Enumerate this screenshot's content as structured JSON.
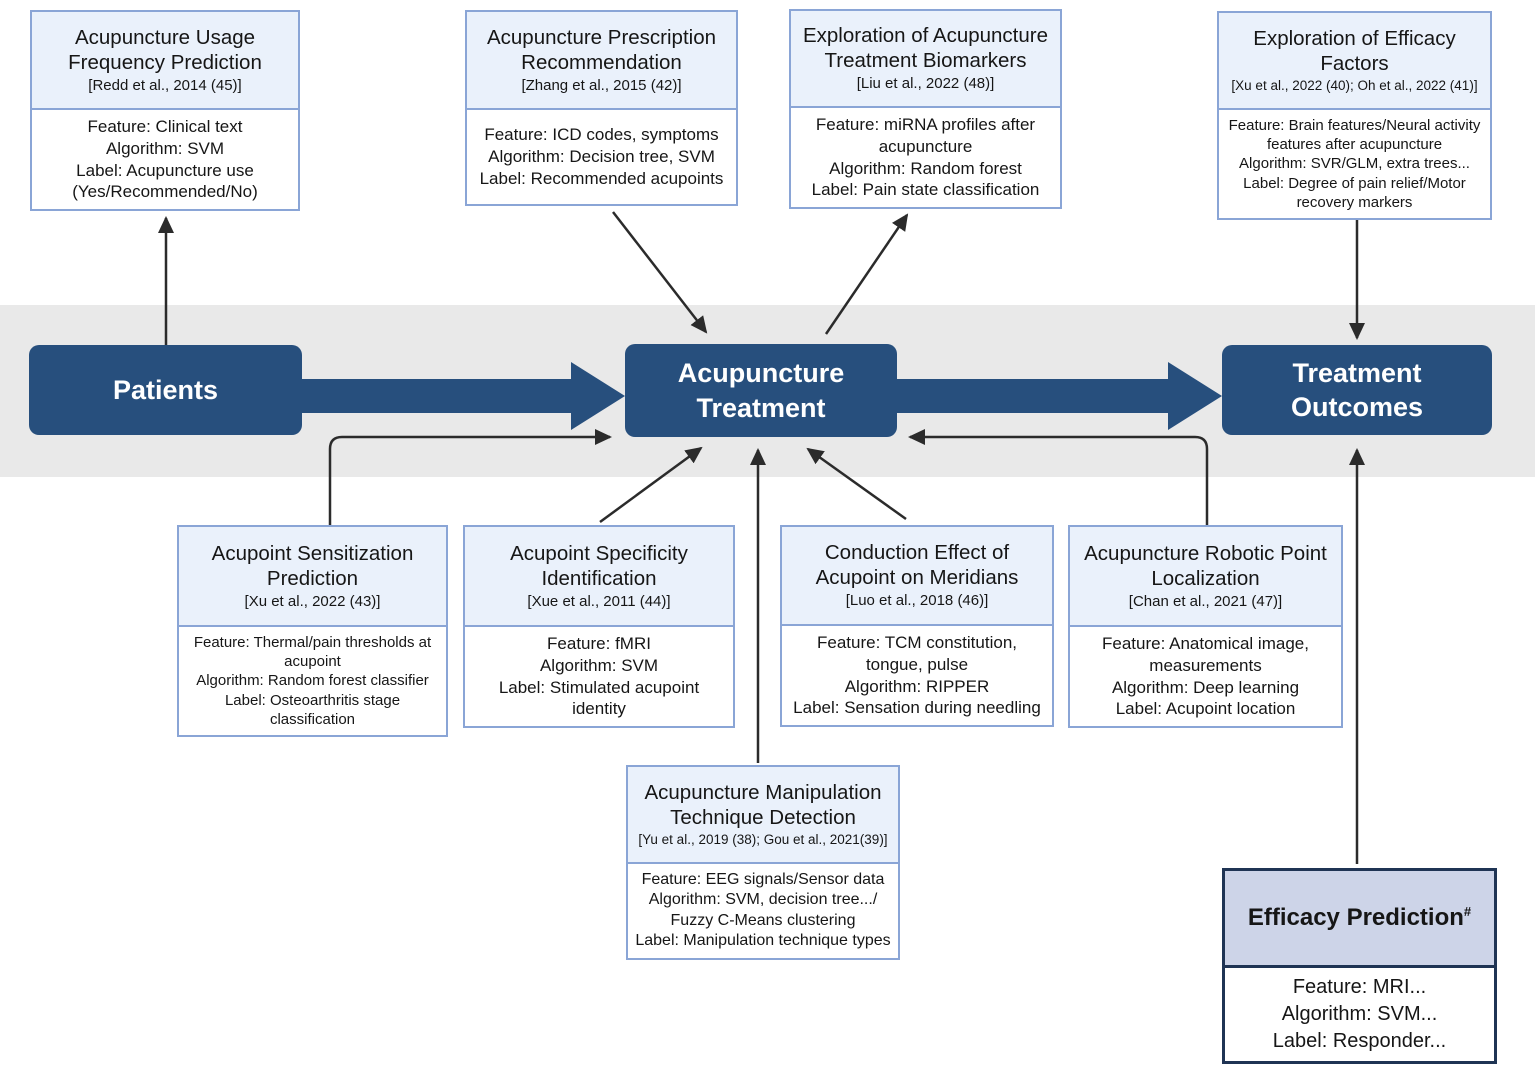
{
  "diagram": {
    "flow": {
      "patients_label": "Patients",
      "treatment_label": "Acupuncture Treatment",
      "outcomes_label": "Treatment Outcomes"
    },
    "colors": {
      "navy": "#274f7d",
      "band_gray": "#e9e9e9",
      "card_border": "#8aa5d6",
      "card_header_fill": "#eaf1fb",
      "efficacy_border": "#1f3454",
      "efficacy_header_fill": "#cdd4e8",
      "connector": "#2b2b2b"
    },
    "boxes": [
      {
        "title": "Acupuncture Usage Frequency Prediction",
        "citation": "[Redd et al., 2014 (45)]",
        "lines": [
          "Feature: Clinical text",
          "Algorithm: SVM",
          "Label: Acupuncture use (Yes/Recommended/No)"
        ]
      },
      {
        "title": "Acupuncture Prescription Recommendation",
        "citation": "[Zhang et al., 2015 (42)]",
        "lines": [
          "Feature: ICD codes, symptoms",
          "Algorithm: Decision tree, SVM",
          "Label: Recommended acupoints"
        ]
      },
      {
        "title": "Exploration of Acupuncture Treatment Biomarkers",
        "citation": "[Liu et al., 2022 (48)]",
        "lines": [
          "Feature: miRNA profiles after acupuncture",
          "Algorithm: Random forest",
          "Label: Pain state classification"
        ]
      },
      {
        "title": "Exploration of Efficacy Factors",
        "citation": "[Xu et al., 2022 (40); Oh et al., 2022 (41)]",
        "lines": [
          "Feature: Brain features/Neural activity features after acupuncture",
          "Algorithm: SVR/GLM, extra trees...",
          "Label: Degree of pain relief/Motor recovery markers"
        ]
      },
      {
        "title": "Acupoint Sensitization Prediction",
        "citation": "[Xu et al., 2022 (43)]",
        "lines": [
          "Feature: Thermal/pain thresholds at acupoint",
          "Algorithm: Random forest classifier",
          "Label: Osteoarthritis stage classification"
        ]
      },
      {
        "title": "Acupoint Specificity Identification",
        "citation": "[Xue et al., 2011 (44)]",
        "lines": [
          "Feature: fMRI",
          "Algorithm: SVM",
          "Label: Stimulated acupoint identity"
        ]
      },
      {
        "title": "Conduction Effect of Acupoint on Meridians",
        "citation": "[Luo et al., 2018 (46)]",
        "lines": [
          "Feature: TCM constitution, tongue, pulse",
          "Algorithm: RIPPER",
          "Label: Sensation during needling"
        ]
      },
      {
        "title": "Acupuncture Robotic Point Localization",
        "citation": "[Chan et al., 2021 (47)]",
        "lines": [
          "Feature: Anatomical image, measurements",
          "Algorithm: Deep learning",
          "Label: Acupoint location"
        ]
      },
      {
        "title": "Acupuncture Manipulation Technique Detection",
        "citation": "[Yu et al., 2019 (38); Gou et al., 2021(39)]",
        "lines": [
          "Feature: EEG signals/Sensor data",
          "Algorithm: SVM, decision tree.../ Fuzzy C-Means clustering",
          "Label: Manipulation technique types"
        ]
      },
      {
        "title": "Efficacy Prediction",
        "title_sup": "#",
        "citation": "",
        "lines": [
          "Feature: MRI...",
          "Algorithm: SVM...",
          "Label: Responder..."
        ]
      }
    ]
  }
}
